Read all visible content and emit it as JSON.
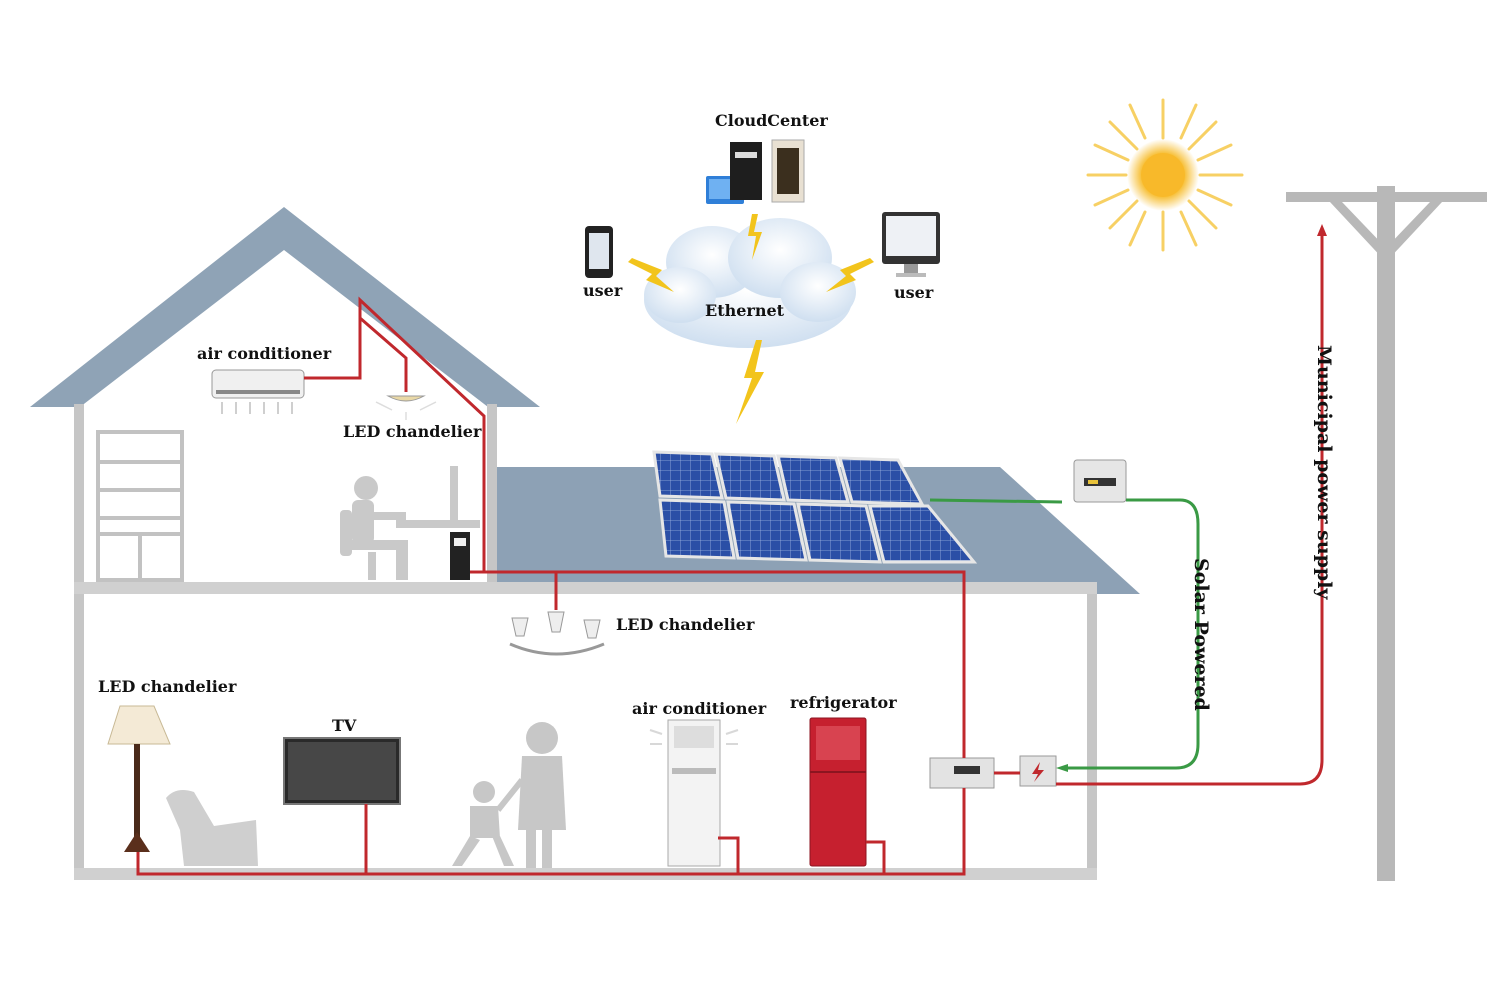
{
  "labels": {
    "cloud_center": "CloudCenter",
    "ethernet": "Ethernet",
    "user_left": "user",
    "user_right": "user",
    "air_conditioner_upstairs": "air conditioner",
    "led_chandelier_upstairs": "LED chandelier",
    "led_chandelier_ceiling": "LED chandelier",
    "led_chandelier_floor_lamp": "LED chandelier",
    "tv": "TV",
    "air_conditioner_downstairs": "air conditioner",
    "refrigerator": "refrigerator",
    "solar_powered": "Solar Powered",
    "municipal_power_supply": "Municipal power supply"
  },
  "colors": {
    "house_roof": "#8fa3b6",
    "house_wall": "#c8c8c8",
    "power_line": "#c0282d",
    "solar_line": "#3a9a45",
    "sun": "#f6b81f",
    "lightning": "#f2c41c",
    "cloud": "#dfe9f3",
    "solar_panel": "#27418c",
    "pole": "#b5b5b5"
  },
  "icons": [
    "sun-icon",
    "cloud-icon",
    "lightning-icon",
    "phone-icon",
    "monitor-icon",
    "server-icon",
    "solar-panel-icon",
    "inverter-icon",
    "meter-icon",
    "utility-pole-icon"
  ]
}
